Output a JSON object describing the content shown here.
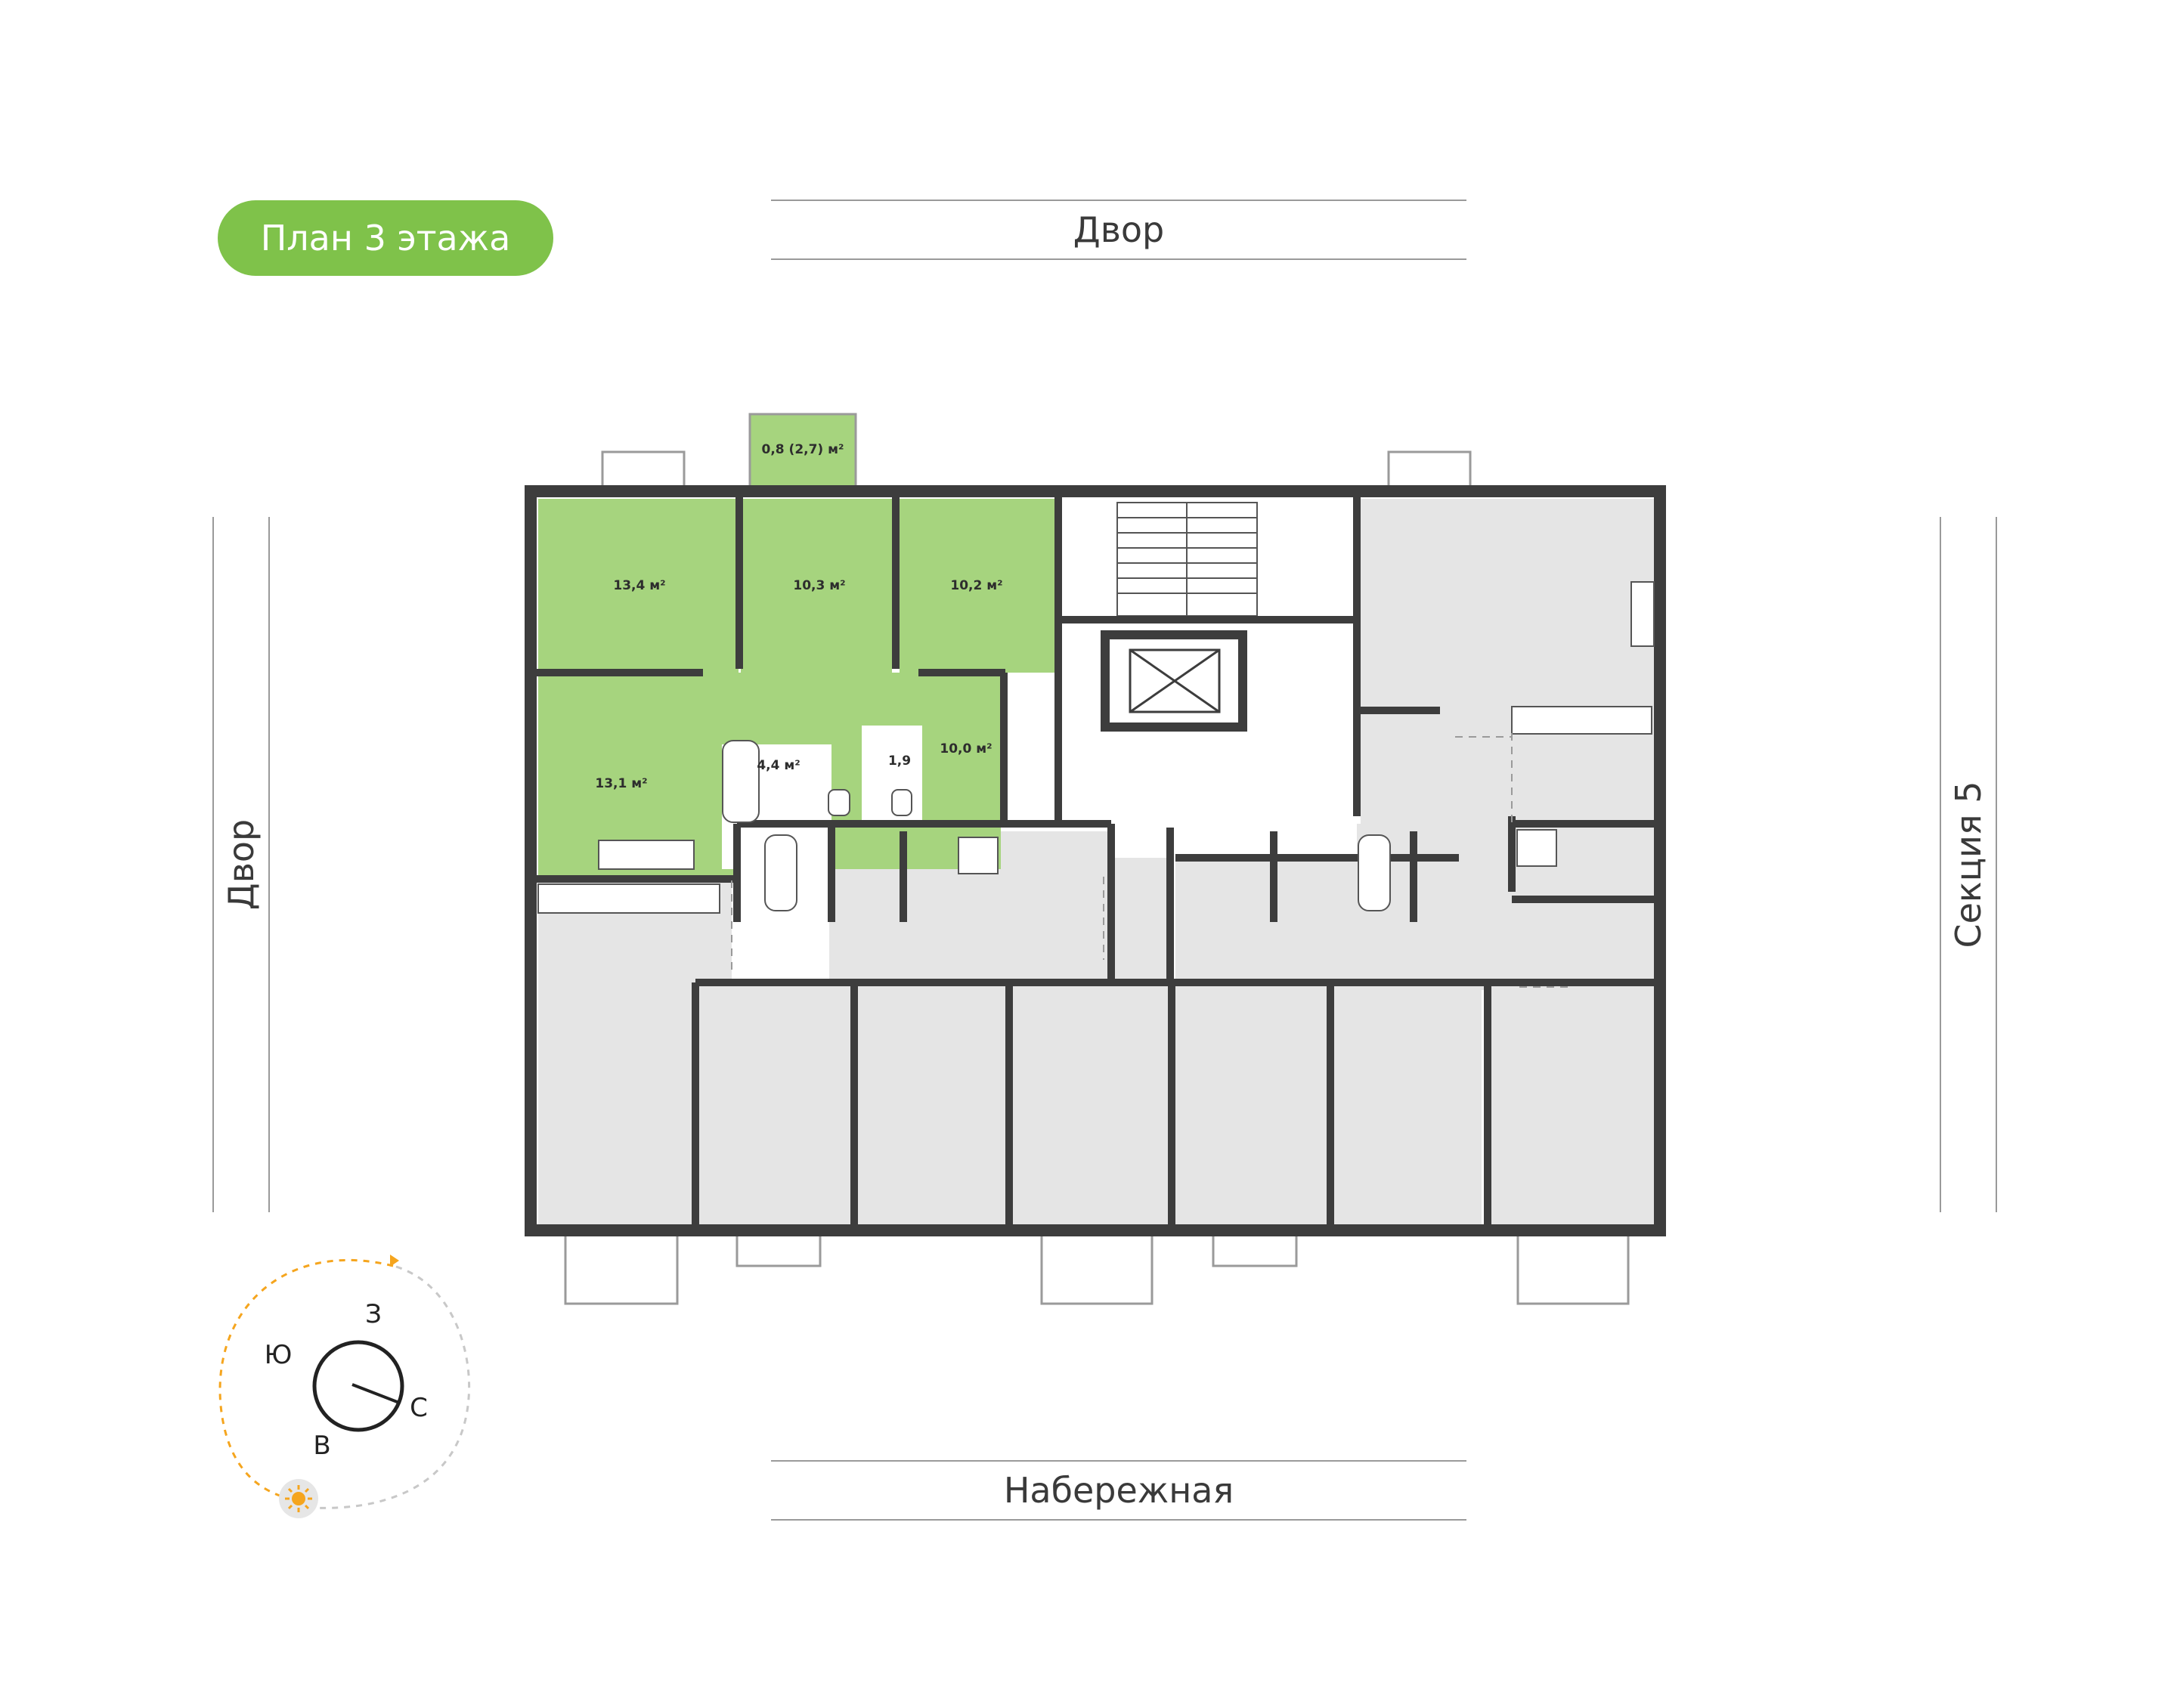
{
  "badge": {
    "label": "План 3 этажа"
  },
  "streets": {
    "top": "Двор",
    "bottom": "Набережная",
    "left": "Двор",
    "right": "Секция 5"
  },
  "apartment": {
    "rooms": [
      {
        "label": "13,4 м²"
      },
      {
        "label": "10,3 м²"
      },
      {
        "label": "10,2 м²"
      },
      {
        "label": "13,1 м²"
      },
      {
        "label": "4,4 м²"
      },
      {
        "label": "1,9"
      },
      {
        "label": "10,0 м²"
      },
      {
        "label": "0,8 (2,7) м²"
      }
    ]
  },
  "compass": {
    "letters": [
      "З",
      "Ю",
      "С",
      "В"
    ]
  },
  "colors": {
    "accent_green": "#7fc24a",
    "apartment_fill": "#a6d47e",
    "other_fill": "#e5e5e5",
    "wall": "#3d3d3d",
    "sun": "#f5a51e"
  }
}
